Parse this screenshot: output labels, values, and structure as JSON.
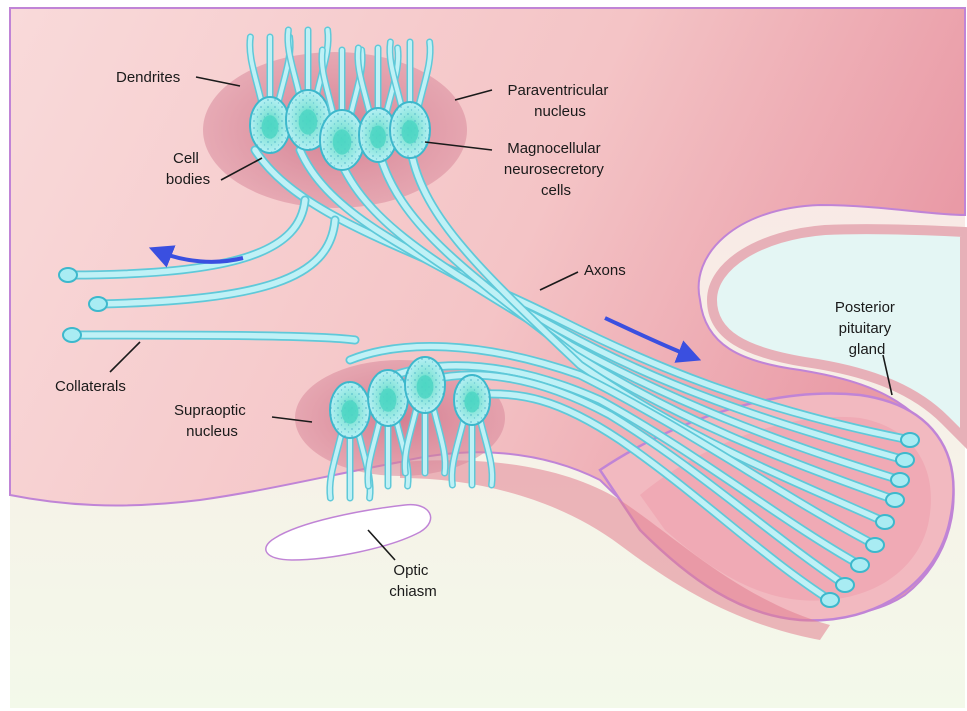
{
  "labels": {
    "dendrites": "Dendrites",
    "cell_bodies": [
      "Cell",
      "bodies"
    ],
    "paraventricular_nucleus": [
      "Paraventricular",
      "nucleus"
    ],
    "magnocellular_cells": [
      "Magnocellular",
      "neurosecretory",
      "cells"
    ],
    "axons": "Axons",
    "posterior_pituitary": [
      "Posterior",
      "pituitary",
      "gland"
    ],
    "collaterals": "Collaterals",
    "supraoptic_nucleus": [
      "Supraoptic",
      "nucleus"
    ],
    "optic_chiasm": [
      "Optic",
      "chiasm"
    ]
  },
  "colors": {
    "brain_tissue": "#f6cfcf",
    "brain_tissue_dark": "#eba3ad",
    "brain_outline": "#c084d6",
    "nucleus_region": "#d98a9c",
    "ventricle": "#e4f6f4",
    "background_lower": "#f3f9ea",
    "neuron_fill": "#a9ecf3",
    "neuron_outline": "#3db8cc",
    "neuron_nucleus": "#4fd6c4",
    "arrow": "#3a4fe0",
    "optic_chiasm": "#ffffff"
  },
  "icons": {
    "flow_arrow_left": "curved-arrow-left-icon",
    "flow_arrow_right": "curved-arrow-right-icon"
  }
}
